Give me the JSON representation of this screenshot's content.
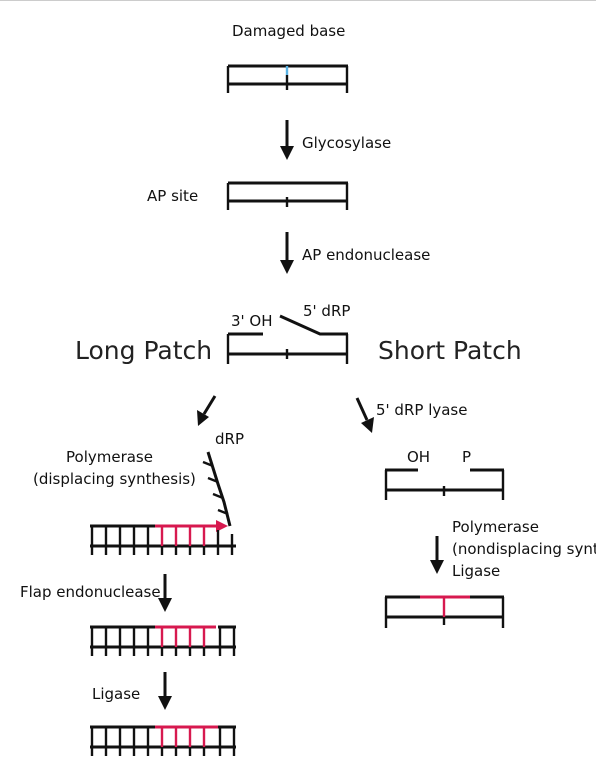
{
  "labels": {
    "damaged_base": "Damaged base",
    "glycosylase": "Glycosylase",
    "ap_site": "AP site",
    "ap_endonuclease": "AP endonuclease",
    "three_oh": "3' OH",
    "five_drp": "5' dRP",
    "long_patch": "Long Patch",
    "short_patch": "Short Patch",
    "drp_lyase": "5' dRP lyase",
    "drp": "dRP",
    "polymerase_displacing_1": "Polymerase",
    "polymerase_displacing_2": "(displacing synthesis)",
    "oh": "OH",
    "p": "P",
    "polymerase_nondisplacing_1": "Polymerase",
    "polymerase_nondisplacing_2": "(nondisplacing synt",
    "ligase_short": "Ligase",
    "flap_endonuclease": "Flap endonuclease",
    "ligase_long": "Ligase"
  },
  "colors": {
    "dna": "#111111",
    "new_synthesis": "#d7194f",
    "damaged_base": "#5ab4e6"
  }
}
